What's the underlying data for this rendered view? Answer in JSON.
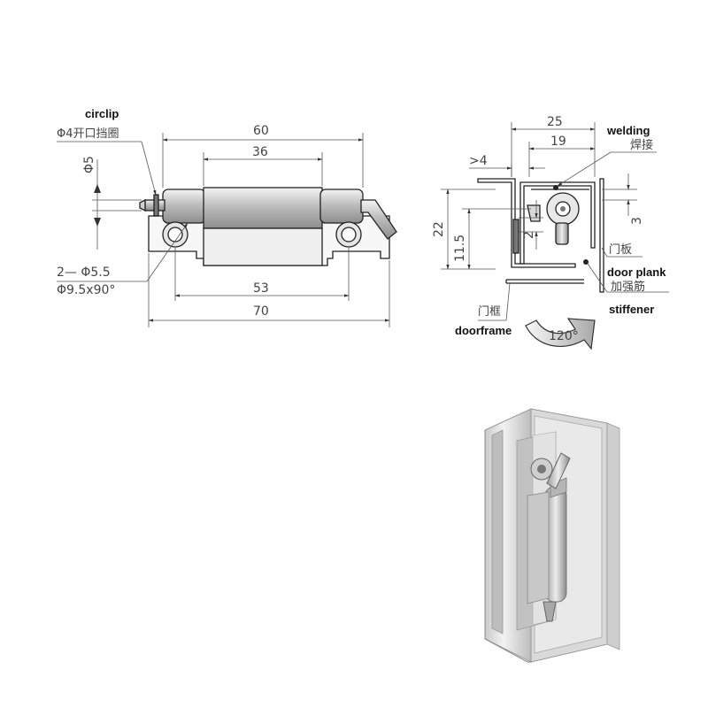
{
  "front": {
    "circlip_en": "circlip",
    "circlip_cn": "Φ4开口挡圈",
    "dia_pin": "Φ5",
    "dim_top": "60",
    "dim_mid": "36",
    "hole_spec_1": "2— Φ5.5",
    "hole_spec_2": "Φ9.5x90°",
    "dim_holes": "53",
    "dim_total": "70"
  },
  "side": {
    "dim_25": "25",
    "dim_19": "19",
    "dim_gt4": ">4",
    "dim_22": "22",
    "dim_11_5": "11.5",
    "dim_2": "2",
    "dim_3": "3",
    "welding_en": "welding",
    "welding_cn": "焊接",
    "door_plank_cn": "门板",
    "door_plank_en": "door plank",
    "stiffener_cn": "加强筋",
    "stiffener_en": "stiffener",
    "doorframe_cn": "门框",
    "doorframe_en": "doorframe",
    "angle": "120°"
  }
}
